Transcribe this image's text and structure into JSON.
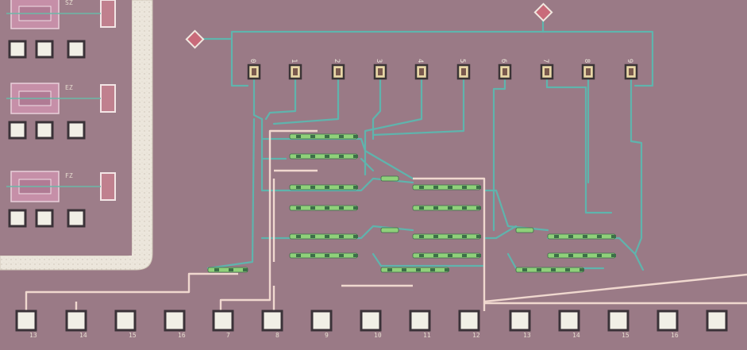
{
  "top_channel_labels": [
    "0",
    "1",
    "2",
    "3",
    "4",
    "5",
    "6",
    "7",
    "8",
    "9"
  ],
  "bottom_pad_labels": [
    "13",
    "14",
    "15",
    "16",
    "7",
    "8",
    "9",
    "10",
    "11",
    "12",
    "13",
    "14",
    "15",
    "16"
  ],
  "left_block_labels": [
    "SZ",
    "EZ",
    "FZ"
  ],
  "colors": {
    "substrate": "#9a7a86",
    "waveguide": "#5fb4ad",
    "metal_trace": "#f0d8cf",
    "heater": "#8fd17a",
    "pad_fill": "#f1efe6",
    "pad_ring": "#3a3238",
    "mark_fill": "#c96b7a"
  }
}
